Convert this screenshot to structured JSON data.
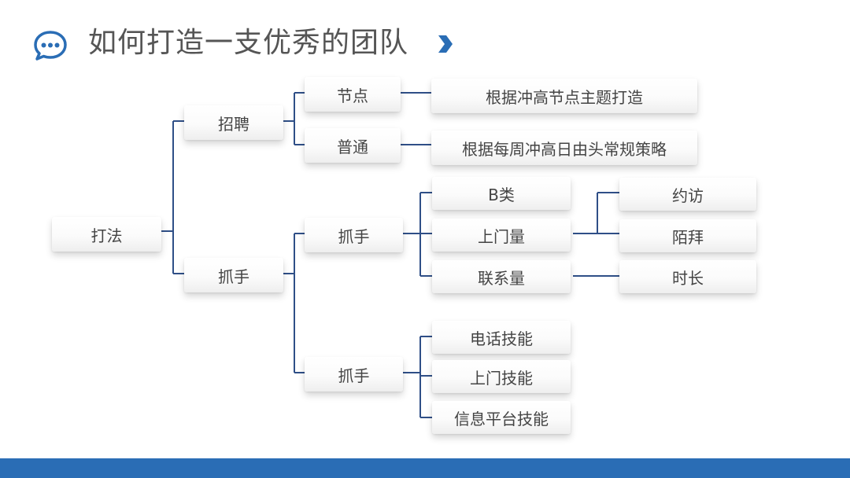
{
  "header": {
    "title": "如何打造一支优秀的团队",
    "icon": "chat-bubble-icon",
    "arrow_icon": "chevron-right-icon",
    "accent_color": "#2a6db5"
  },
  "tree": {
    "root": "打法",
    "recruit": {
      "label": "招聘",
      "children": [
        {
          "label": "节点",
          "detail": "根据冲高节点主题打造"
        },
        {
          "label": "普通",
          "detail": "根据每周冲高日由头常规策略"
        }
      ]
    },
    "grasp": {
      "label": "抓手",
      "branch_a": {
        "label": "抓手",
        "b_type": "B类",
        "visits": {
          "label": "上门量",
          "children": [
            "约访",
            "陌拜"
          ]
        },
        "contacts": {
          "label": "联系量",
          "child": "时长"
        }
      },
      "branch_b": {
        "label": "抓手",
        "skills": [
          "电话技能",
          "上门技能",
          "信息平台技能"
        ]
      }
    }
  },
  "footer": {
    "color": "#2a6db5"
  }
}
